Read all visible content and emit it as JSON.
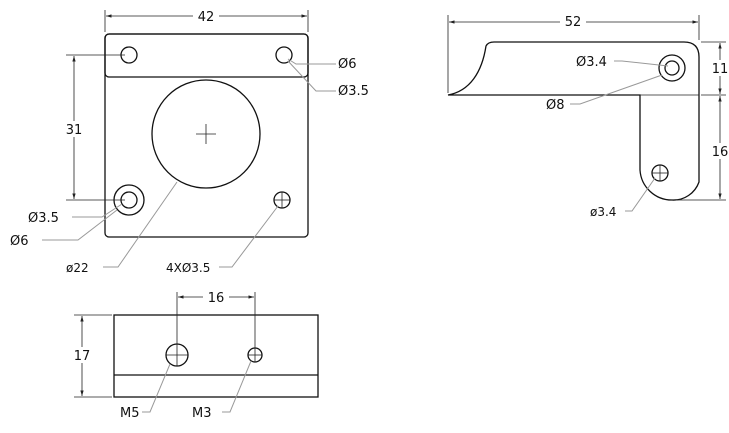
{
  "front_view": {
    "width": "42",
    "height": "31",
    "counterbore_outer": "Ø6",
    "counterbore_inner": "Ø3.5",
    "left_hole_inner": "Ø3.5",
    "left_hole_outer": "Ø6",
    "center_hole": "ø22",
    "mount_holes": "4XØ3.5"
  },
  "side_view": {
    "width": "52",
    "top_hole": "Ø3.4",
    "top_radius": "Ø8",
    "height_upper": "11",
    "height_lower": "16",
    "bottom_hole": "ø3.4"
  },
  "bottom_view": {
    "spacing": "16",
    "height": "17",
    "thread_large": "M5",
    "thread_small": "M3"
  }
}
